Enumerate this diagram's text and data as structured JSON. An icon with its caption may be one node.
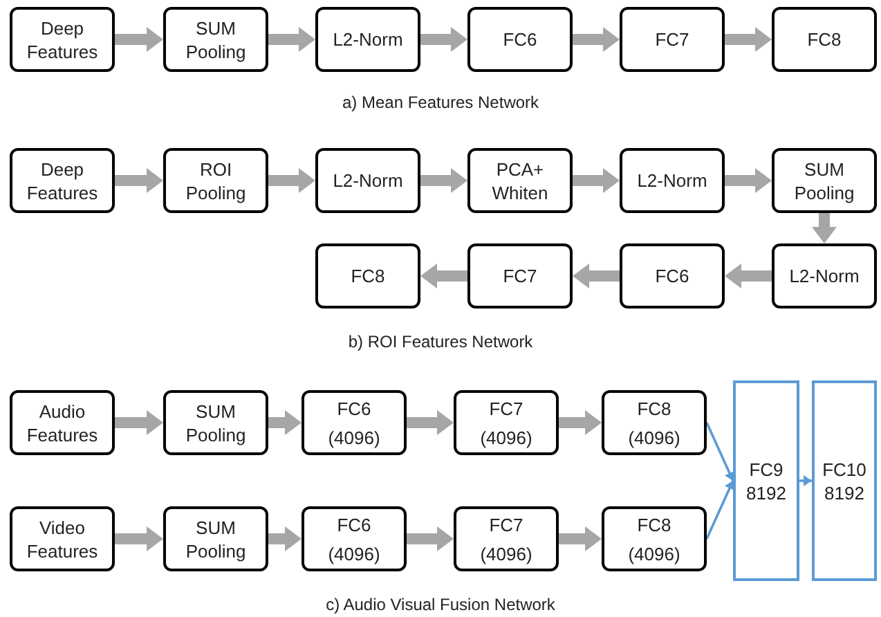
{
  "diagram": {
    "nodes": [
      {
        "text": [
          "Deep Features"
        ]
      },
      {
        "text": [
          "SUM Pooling"
        ]
      },
      {
        "text": [
          "L2-Norm"
        ]
      },
      {
        "text": [
          "FC6"
        ]
      },
      {
        "text": [
          "FC7"
        ]
      },
      {
        "text": [
          "FC8"
        ]
      },
      {
        "text": [
          "Deep Features"
        ]
      },
      {
        "text": [
          "ROI Pooling"
        ]
      },
      {
        "text": [
          "L2-Norm"
        ]
      },
      {
        "text": [
          "PCA+ Whiten"
        ]
      },
      {
        "text": [
          "L2-Norm"
        ]
      },
      {
        "text": [
          "SUM Pooling"
        ]
      },
      {
        "text": [
          "FC8"
        ]
      },
      {
        "text": [
          "FC7"
        ]
      },
      {
        "text": [
          "FC6"
        ]
      },
      {
        "text": [
          "L2-Norm"
        ]
      },
      {
        "text": [
          "Audio Features"
        ]
      },
      {
        "text": [
          "SUM Pooling"
        ]
      },
      {
        "text": [
          "FC6",
          "(4096)"
        ]
      },
      {
        "text": [
          "FC7",
          "(4096)"
        ]
      },
      {
        "text": [
          "FC8",
          "(4096)"
        ]
      },
      {
        "text": [
          "FC9",
          "8192"
        ]
      },
      {
        "text": [
          "FC10",
          "8192"
        ]
      },
      {
        "text": [
          "Video Features"
        ]
      },
      {
        "text": [
          "SUM Pooling"
        ]
      },
      {
        "text": [
          "FC6",
          "(4096)"
        ]
      },
      {
        "text": [
          "FC7",
          "(4096)"
        ]
      },
      {
        "text": [
          "FC8",
          "(4096)"
        ]
      }
    ],
    "edges": [
      {
        "from": 0,
        "to": 1,
        "arrow": "to"
      },
      {
        "from": 1,
        "to": 2,
        "arrow": "to"
      },
      {
        "from": 2,
        "to": 3,
        "arrow": "to"
      },
      {
        "from": 3,
        "to": 4,
        "arrow": "to"
      },
      {
        "from": 4,
        "to": 5,
        "arrow": "to"
      },
      {
        "from": 6,
        "to": 7,
        "arrow": "to"
      },
      {
        "from": 7,
        "to": 8,
        "arrow": "to"
      },
      {
        "from": 8,
        "to": 9,
        "arrow": "to"
      },
      {
        "from": 9,
        "to": 10,
        "arrow": "to"
      },
      {
        "from": 10,
        "to": 11,
        "arrow": "to"
      },
      {
        "from": 11,
        "to": 15,
        "arrow": "to"
      },
      {
        "from": 15,
        "to": 14,
        "arrow": "to"
      },
      {
        "from": 14,
        "to": 13,
        "arrow": "to"
      },
      {
        "from": 13,
        "to": 12,
        "arrow": "to"
      },
      {
        "from": 16,
        "to": 17,
        "arrow": "to"
      },
      {
        "from": 17,
        "to": 18,
        "arrow": "to"
      },
      {
        "from": 18,
        "to": 19,
        "arrow": "to"
      },
      {
        "from": 19,
        "to": 20,
        "arrow": "to"
      },
      {
        "from": 20,
        "to": 21,
        "arrow": "to",
        "color": "#5b9bd5"
      },
      {
        "from": 21,
        "to": 22,
        "arrow": "to",
        "color": "#5b9bd5"
      },
      {
        "from": 23,
        "to": 24,
        "arrow": "to"
      },
      {
        "from": 24,
        "to": 25,
        "arrow": "to"
      },
      {
        "from": 25,
        "to": 26,
        "arrow": "to"
      },
      {
        "from": 26,
        "to": 27,
        "arrow": "to"
      },
      {
        "from": 27,
        "to": 21,
        "arrow": "to",
        "color": "#5b9bd5"
      }
    ],
    "labels": [
      "a) Mean Features Network",
      "b) ROI Features Network",
      "c) Audio Visual Fusion Network"
    ]
  }
}
